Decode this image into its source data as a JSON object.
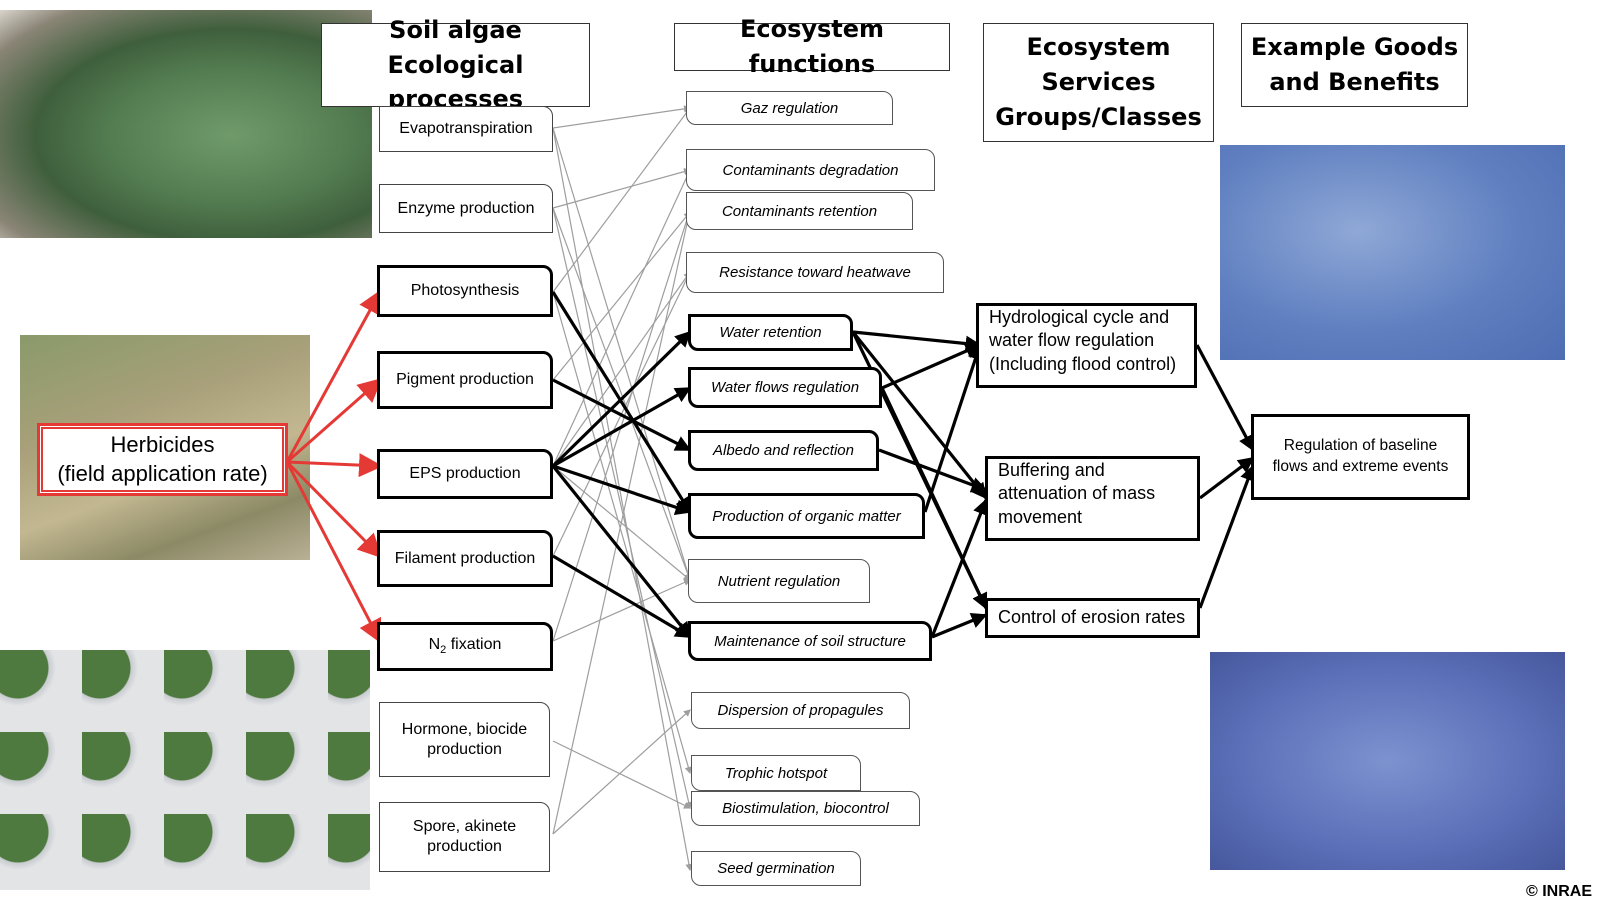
{
  "headers": {
    "processes": [
      "Soil algae",
      "Ecological processes"
    ],
    "functions": "Ecosystem functions",
    "services": [
      "Ecosystem",
      "Services",
      "Groups/Classes"
    ],
    "benefits": [
      "Example Goods",
      "and Benefits"
    ]
  },
  "herbicide": {
    "line1": "Herbicides",
    "line2": "(field application rate)"
  },
  "processes": {
    "evapotranspiration": "Evapotranspiration",
    "enzyme": "Enzyme production",
    "photosynthesis": "Photosynthesis",
    "pigment": "Pigment production",
    "eps": "EPS production",
    "filament": "Filament production",
    "n2_prefix": "N",
    "n2_sub": "2",
    "n2_suffix": " fixation",
    "hormone": [
      "Hormone, biocide",
      "production"
    ],
    "spore": [
      "Spore, akinete",
      "production"
    ]
  },
  "functions": {
    "gaz": "Gaz regulation",
    "cont_deg": "Contaminants degradation",
    "cont_ret": "Contaminants retention",
    "heatwave": "Resistance toward heatwave",
    "water_ret": "Water retention",
    "water_flows": "Water flows regulation",
    "albedo": "Albedo and reflection",
    "organic": "Production of organic matter",
    "nutrient": "Nutrient regulation",
    "soil_struct": "Maintenance of soil structure",
    "dispersion": "Dispersion of propagules",
    "trophic": "Trophic hotspot",
    "biostim": "Biostimulation, biocontrol",
    "seed": "Seed germination"
  },
  "services": {
    "hydro": [
      "Hydrological cycle and",
      "water flow regulation",
      "(Including flood control)"
    ],
    "buffering": [
      "Buffering and",
      "attenuation of mass",
      "movement"
    ],
    "erosion": "Control of erosion rates"
  },
  "benefit": [
    "Regulation of baseline",
    "flows and extreme events"
  ],
  "copyright": "© INRAE",
  "colors": {
    "herbicide_arrow": "#e53935",
    "thin_arrow": "#9e9e9e",
    "bold_arrow": "#000000"
  }
}
